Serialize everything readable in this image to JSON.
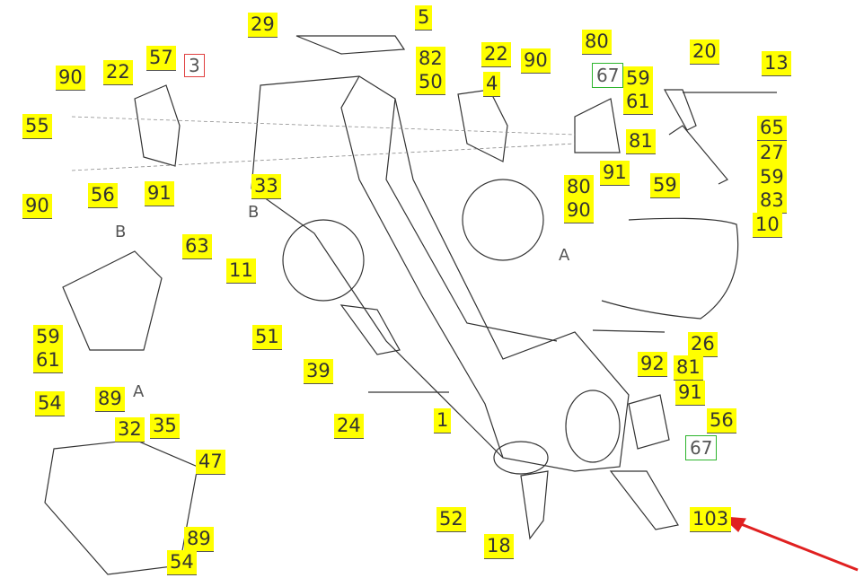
{
  "title": "Exploded parts diagram",
  "colors": {
    "label_bg": "#ffff00",
    "highlight_box": "#2db52d",
    "reference_box": "#e04040",
    "arrow": "#e02020"
  },
  "labels": [
    "29",
    "5",
    "82",
    "50",
    "22",
    "90",
    "80",
    "67",
    "59",
    "61",
    "20",
    "13",
    "65",
    "27",
    "59",
    "83",
    "59",
    "81",
    "91",
    "80",
    "90",
    "4",
    "57",
    "3",
    "90",
    "22",
    "55",
    "90",
    "56",
    "91",
    "33",
    "B",
    "11",
    "63",
    "B",
    "59",
    "61",
    "51",
    "39",
    "10",
    "26",
    "A",
    "92",
    "81",
    "91",
    "56",
    "67",
    "24",
    "1",
    "A",
    "54",
    "89",
    "32",
    "35",
    "47",
    "52",
    "18",
    "89",
    "54",
    "103"
  ]
}
